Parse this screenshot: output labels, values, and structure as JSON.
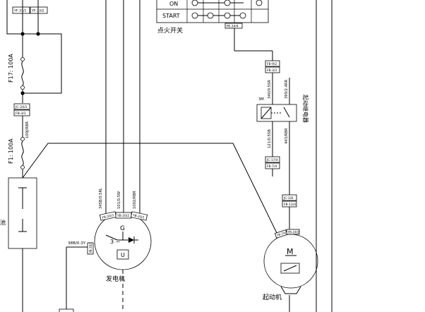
{
  "ignition_switch": {
    "label": "点火开关",
    "row_on": "ON",
    "row_start": "START",
    "connector": "YB-34/4"
  },
  "fuses": {
    "f17": "F17: 100A",
    "f1": "F1: 100A"
  },
  "connectors": {
    "top_left_1": "YF-33/1",
    "top_left_2": "YF-33/2",
    "relay_top_1": "FB-9/2",
    "relay_top_2": "FB-3/3",
    "relay_bot_1": "JC-17/4",
    "relay_bot_2": "FB-7/4",
    "left_mid_1": "JC-24/1",
    "left_mid_2": "FB-3/1",
    "starter_conn_1": "JC-1/8",
    "starter_conn_2": "FB-13/4",
    "gen_side": "YB-20/1",
    "gen_pin_1": "YB-20/3",
    "gen_pin_2": "YB-20/2",
    "gen_pin_3": "YB-20/1",
    "starter_pin_1": "YB-24/1",
    "starter_pin_2": "YB-24/2"
  },
  "wires": {
    "w_left_mid": "100J/RBR",
    "w_gen_1": "345B/0.5RL",
    "w_gen_2": "101/0.5W",
    "w_gen_3": "1002/RBR",
    "w_gen_side": "38B/0.3Y",
    "w_relay_1": "340/0.5SR",
    "w_relay_2": "399/2.4RR",
    "w_relay_3": "121/0.5SB",
    "w_relay_4": "443/RBR"
  },
  "relay": {
    "label": "起动继电器",
    "mark": "3M"
  },
  "generator": {
    "label": "发电机",
    "g": "G",
    "u": "U",
    "phase": "3 ~"
  },
  "starter": {
    "label": "起动机",
    "m": "M"
  },
  "battery_label": "池"
}
